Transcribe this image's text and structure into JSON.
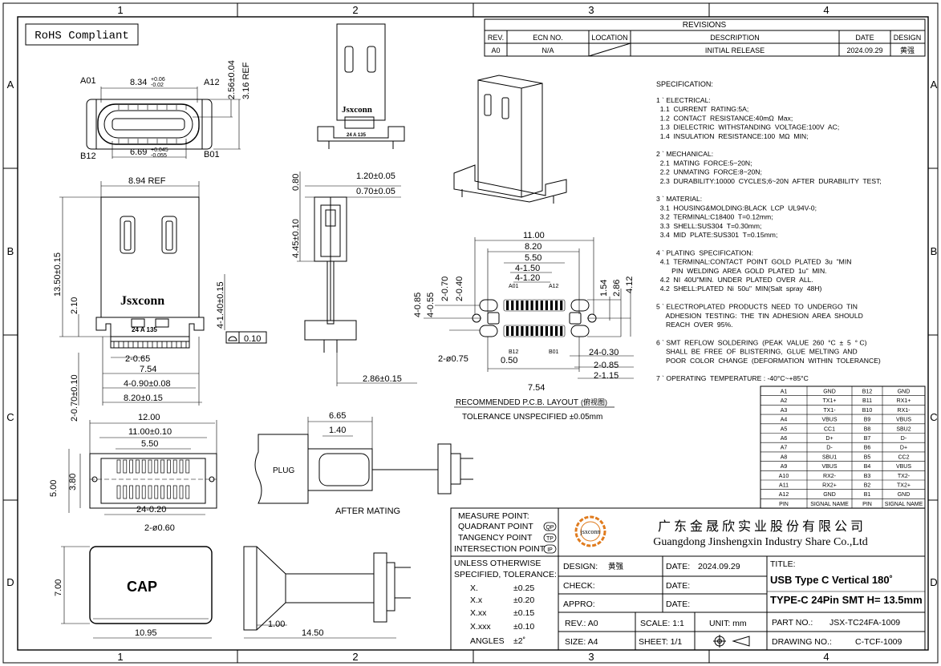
{
  "grid": {
    "cols": [
      "1",
      "2",
      "3",
      "4"
    ],
    "rows": [
      "A",
      "B",
      "C",
      "D"
    ]
  },
  "rohs": "RoHS Compliant",
  "revisions": {
    "title": "REVISIONS",
    "headers": [
      "REV.",
      "ECN NO.",
      "LOCATION",
      "DESCRIPTION",
      "DATE",
      "DESIGN"
    ],
    "row": [
      "A0",
      "N/A",
      "",
      "INITIAL RELEASE",
      "2024.09.29",
      "黄强"
    ]
  },
  "spec": {
    "title": "SPECIFICATION:",
    "lines": [
      "1 ` ELECTRICAL:",
      "  1.1  CURRENT  RATING:5A;",
      "  1.2  CONTACT  RESISTANCE:40mΩ  Max;",
      "  1.3  DIELECTRIC  WITHSTANDING  VOLTAGE:100V  AC;",
      "  1.4  INSULATION  RESISTANCE:100  MΩ  MIN;",
      "",
      "2 ` MECHANICAL:",
      "  2.1  MATING  FORCE:5~20N;",
      "  2.2  UNMATING  FORCE:8~20N;",
      "  2.3  DURABILITY:10000  CYCLES;6~20N  AFTER  DURABILITY  TEST;",
      "",
      "3 ` MATERIAL:",
      "  3.1  HOUSING&MOLDING:BLACK  LCP  UL94V-0;",
      "  3.2  TERMINAL:C18400  T=0.12mm;",
      "  3.3  SHELL:SUS304  T=0.30mm;",
      "  3.4  MID  PLATE:SUS301  T=0.15mm;",
      "",
      "4 ` PLATING  SPECIFICATION:",
      "  4.1  TERMINAL:CONTACT  POINT  GOLD  PLATED  3u  \"MIN",
      "        PIN  WELDING  AREA  GOLD  PLATED  1u\"  MIN.",
      "  4.2  NI  40U\"MIN.  UNDER  PLATED  OVER  ALL.",
      "  4.2  SHELL:PLATED  Ni  50u\"  MIN(Salt  spray  48H)",
      "",
      "5 ` ELECTROPLATED  PRODUCTS  NEED  TO  UNDERGO  TIN",
      "     ADHESION  TESTING:  THE  TIN  ADHESION  AREA  SHOULD",
      "     REACH  OVER  95%.",
      "",
      "6 ` SMT  REFLOW  SOLDERING  (PEAK  VALUE  260  °C  ±  5  ° C)",
      "     SHALL  BE  FREE  OF  BLISTERING,  GLUE  MELTING  AND",
      "     POOR  COLOR  CHANGE  (DEFORMATION  WITHIN  TOLERANCE)",
      "",
      "7 ` OPERATING  TEMPERATURE : -40°C~+85°C"
    ]
  },
  "pins": {
    "rows": [
      [
        "A1",
        "GND",
        "B12",
        "GND"
      ],
      [
        "A2",
        "TX1+",
        "B11",
        "RX1+"
      ],
      [
        "A3",
        "TX1-",
        "B10",
        "RX1-"
      ],
      [
        "A4",
        "VBUS",
        "B9",
        "VBUS"
      ],
      [
        "A5",
        "CC1",
        "B8",
        "SBU2"
      ],
      [
        "A6",
        "D+",
        "B7",
        "D-"
      ],
      [
        "A7",
        "D-",
        "B6",
        "D+"
      ],
      [
        "A8",
        "SBU1",
        "B5",
        "CC2"
      ],
      [
        "A9",
        "VBUS",
        "B4",
        "VBUS"
      ],
      [
        "A10",
        "RX2-",
        "B3",
        "TX2-"
      ],
      [
        "A11",
        "RX2+",
        "B2",
        "TX2+"
      ],
      [
        "A12",
        "GND",
        "B1",
        "GND"
      ],
      [
        "PIN",
        "SIGNAL NAME",
        "PIN",
        "SIGNAL NAME"
      ]
    ]
  },
  "dims": {
    "a01": "A01",
    "a12": "A12",
    "b12": "B12",
    "b01": "B01",
    "w834": "8.34",
    "w834tol_up": "+0.06",
    "w834tol_dn": "-0.02",
    "w669": "6.69",
    "w669tol_up": "+0.045",
    "w669tol_dn": "-0.055",
    "h256": "2.56±0.04",
    "h316": "3.16  REF",
    "w894": "8.94  REF",
    "h1350": "13.50±0.15",
    "h210": "2.10",
    "h140": "4-1.40±0.15",
    "d010": "0.10",
    "w265": "2-0.65",
    "w754": "7.54",
    "w490": "4-0.90±0.08",
    "w820": "8.20±0.15",
    "h070": "2-0.70±0.10",
    "logo": "Jsxconn",
    "mark": "24  A  135",
    "s120": "1.20±0.05",
    "s070": "0.70±0.05",
    "s080": "0.80",
    "s445": "4.45±0.10",
    "s286": "2.86±0.15",
    "p1100": "11.00",
    "p820": "8.20",
    "p550": "5.50",
    "p4150": "4-1.50",
    "p4120": "4-1.20",
    "p154": "1.54",
    "p286": "2.86",
    "p412": "4.12",
    "p485": "4-0.85",
    "p455": "4-0.55",
    "p270": "2-0.70",
    "p240": "2-0.40",
    "p2075": "2-ø0.75",
    "p050": "0.50",
    "p2430": "24-0.30",
    "p285": "2-0.85",
    "p215": "2-1.15",
    "p754": "7.54",
    "pcb_title": "RECOMMENDED    P.C.B.  LAYOUT",
    "pcb_title_cn": "(俯视图)",
    "tol": "TOLERANCE  UNSPECIFIED  ±0.05mm",
    "b1200": "12.00",
    "b1100": "11.00±0.10",
    "b550": "5.50",
    "b500": "5.00",
    "b380": "3.80",
    "b2420": "24-0.20",
    "b260": "2-ø0.60",
    "m665": "6.65",
    "m140": "1.40",
    "plug": "PLUG",
    "after": "AFTER  MATING",
    "cap": "CAP",
    "c700": "7.00",
    "c1095": "10.95",
    "c100": "1.00",
    "c1450": "14.50"
  },
  "titleblock": {
    "measure": [
      "MEASURE  POINT:",
      "QUADRANT  POINT",
      "TANGENCY  POINT",
      "INTERSECTION  POINT"
    ],
    "measure_tags": [
      "QP",
      "TP",
      "IP"
    ],
    "company_cn": "广 东 金 晟 欣 实 业 股 份 有 限 公 司",
    "company_en": "Guangdong  Jinshengxin  Industry  Share  Co.,Ltd",
    "logo_text": "jsxconn",
    "tol_title1": "UNLESS  OTHERWISE",
    "tol_title2": "SPECIFIED,  TOLERANCE:",
    "tols": [
      [
        "X.",
        "±0.25"
      ],
      [
        "X.x",
        "±0.20"
      ],
      [
        "X.xx",
        "±0.15"
      ],
      [
        "X.xxx",
        "±0.10"
      ],
      [
        "ANGLES",
        "±2˚"
      ]
    ],
    "design_label": "DESIGN:",
    "design_val": "黄强",
    "date_label": "DATE:",
    "date_val": "2024.09.29",
    "check_label": "CHECK:",
    "appro_label": "APPRO:",
    "rev_label": "REV.:  A0",
    "scale_label": "SCALE:  1:1",
    "unit_label": "UNIT:  mm",
    "size_label": "SIZE:  A4",
    "sheet_label": "SHEET:  1/1",
    "title_label": "TITLE:",
    "title1": "USB Type C Vertical 180˚",
    "title2": "TYPE-C 24Pin SMT H= 13.5mm",
    "partno_label": "PART  NO.:",
    "partno_val": "JSX-TC24FA-1009",
    "drawno_label": "DRAWING  NO.:",
    "drawno_val": "C-TCF-1009"
  }
}
